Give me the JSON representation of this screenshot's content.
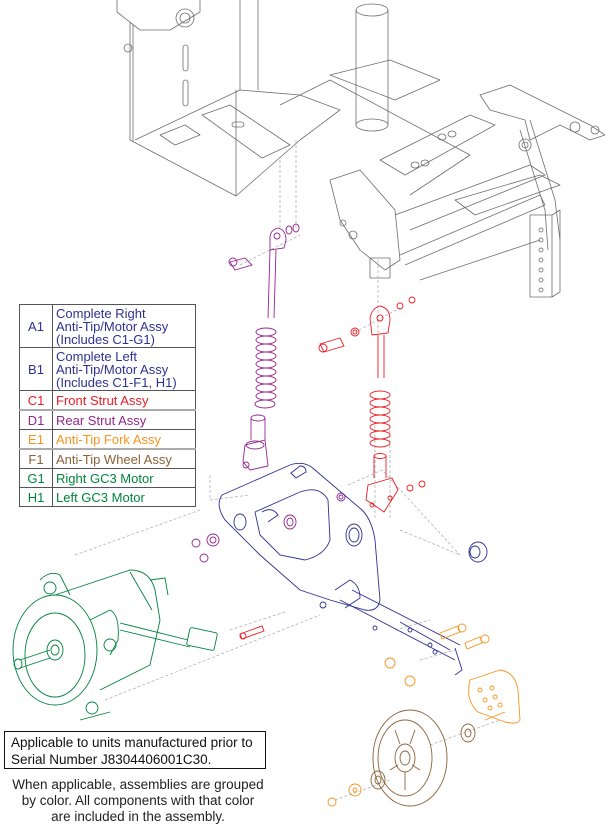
{
  "legend": {
    "rows": [
      {
        "code": "A1",
        "lines": [
          "Complete Right",
          "Anti-Tip/Motor Assy",
          "(Includes C1-G1)"
        ],
        "color": "#2e3192"
      },
      {
        "code": "B1",
        "lines": [
          "Complete Left",
          "Anti-Tip/Motor Assy",
          "(Includes C1-F1, H1)"
        ],
        "color": "#2e3192"
      },
      {
        "code": "C1",
        "lines": [
          "Front Strut Assy"
        ],
        "color": "#ed1c24"
      },
      {
        "code": "D1",
        "lines": [
          "Rear Strut Assy"
        ],
        "color": "#92278f"
      },
      {
        "code": "E1",
        "lines": [
          "Anti-Tip Fork Assy"
        ],
        "color": "#f7941d"
      },
      {
        "code": "F1",
        "lines": [
          "Anti-Tip Wheel Assy"
        ],
        "color": "#8c6239"
      },
      {
        "code": "G1",
        "lines": [
          "Right GC3 Motor"
        ],
        "color": "#00843d"
      },
      {
        "code": "H1",
        "lines": [
          "Left GC3 Motor"
        ],
        "color": "#00843d"
      }
    ]
  },
  "note": {
    "line1": "Applicable to units manufactured prior to",
    "line2": "Serial Number J8304406001C30."
  },
  "footnote": {
    "line1": "When applicable, assemblies are grouped",
    "line2": "by color. All components with that color",
    "line3": "are included in the assembly."
  },
  "colors": {
    "frame": "#6d6e71",
    "leader": "#a7a9ac",
    "arm": "#2e3192",
    "front_strut": "#ed1c24",
    "rear_strut": "#92278f",
    "fork": "#f7941d",
    "wheel": "#8c6239",
    "motor": "#00843d"
  }
}
